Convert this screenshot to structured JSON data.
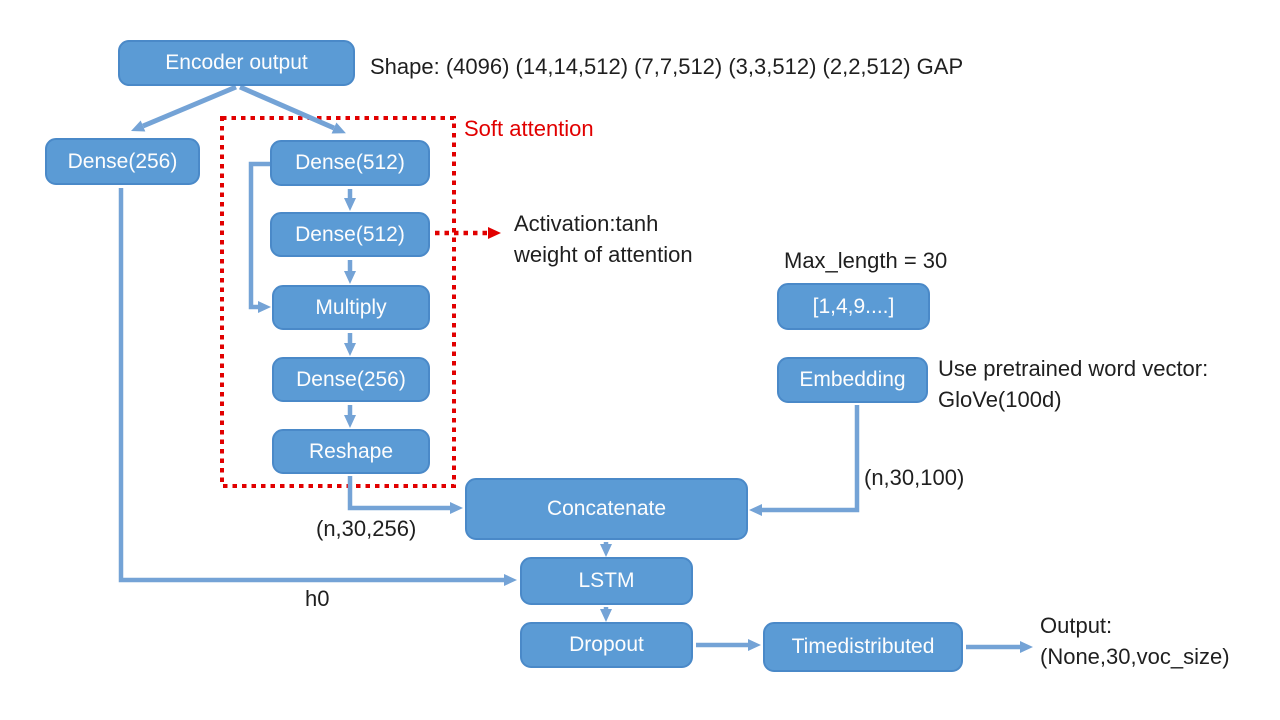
{
  "colors": {
    "box_fill": "#5b9bd5",
    "box_border": "#4a89c8",
    "connector": "#74a3d6",
    "attention_red": "#e10000",
    "text_dark": "#1f1f1f",
    "box_text": "#fdfdfd"
  },
  "diagram": {
    "encoder": {
      "label": "Encoder output",
      "shape_note": "Shape: (4096) (14,14,512) (7,7,512) (3,3,512) (2,2,512) GAP"
    },
    "image_branch": {
      "dense": "Dense(256)",
      "h0_label": "h0"
    },
    "soft_attention": {
      "title": "Soft attention",
      "nodes": [
        "Dense(512)",
        "Dense(512)",
        "Multiply",
        "Dense(256)",
        "Reshape"
      ],
      "annotation_line1": "Activation:tanh",
      "annotation_line2": "weight of attention",
      "output_shape": "(n,30,256)"
    },
    "text_branch": {
      "max_length": "Max_length = 30",
      "tokens": "[1,4,9....]",
      "embedding": "Embedding",
      "pretrained_line1": "Use pretrained word vector:",
      "pretrained_line2": "GloVe(100d)",
      "output_shape": "(n,30,100)"
    },
    "decoder": {
      "concatenate": "Concatenate",
      "lstm": "LSTM",
      "dropout": "Dropout",
      "timedistributed": "Timedistributed",
      "output_line1": "Output:",
      "output_line2": "(None,30,voc_size)"
    }
  }
}
